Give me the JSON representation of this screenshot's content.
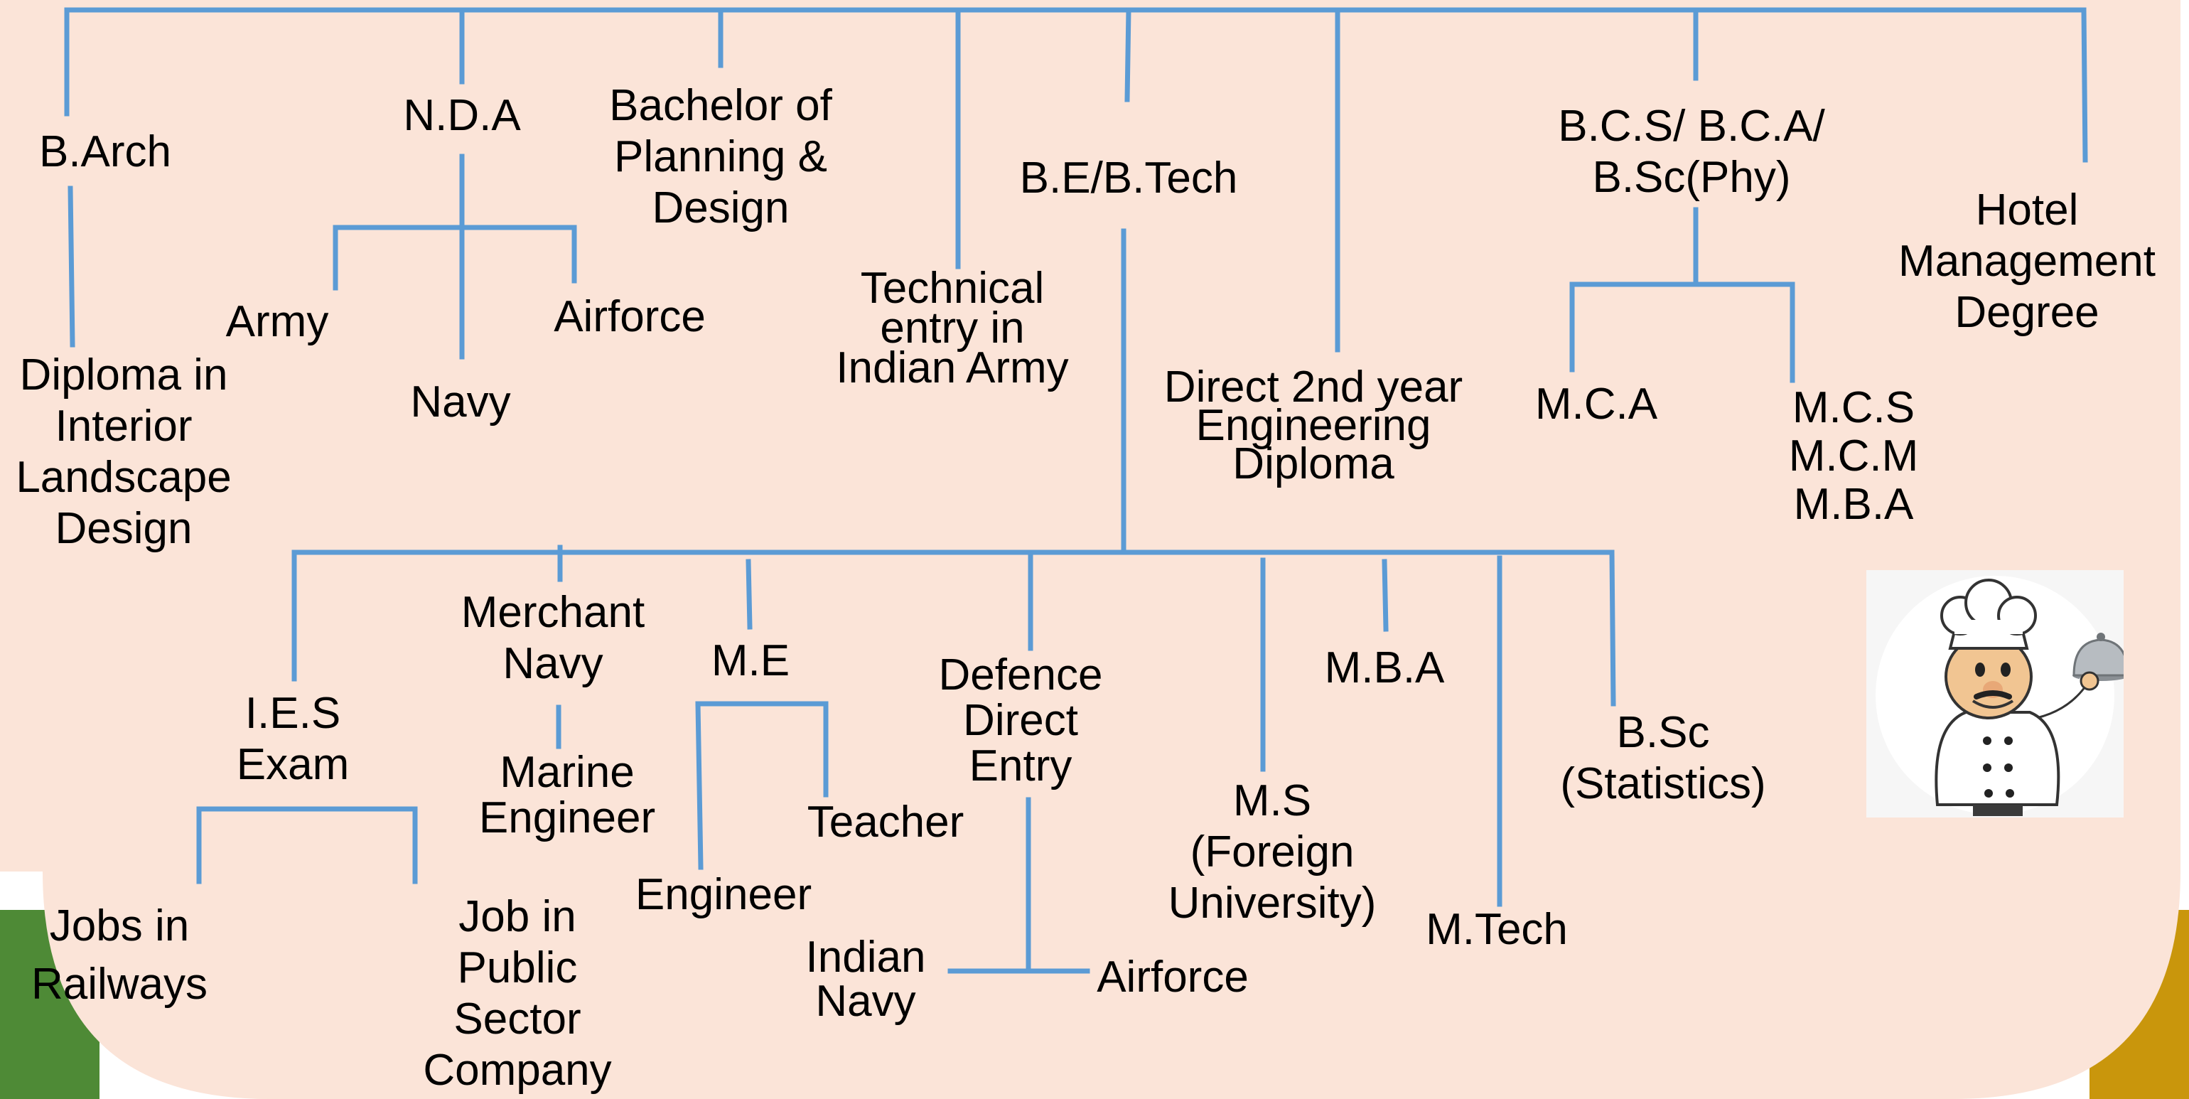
{
  "colors": {
    "background": "#fbe4d8",
    "line": "#5b9bd5",
    "text": "#000000",
    "corner_left": "#4e8a36",
    "corner_right": "#c9960c"
  },
  "nodes": {
    "barch": [
      "B.Arch"
    ],
    "diploma_interior": [
      "Diploma in",
      "Interior",
      "Landscape",
      "Design"
    ],
    "nda": [
      "N.D.A"
    ],
    "army": [
      "Army"
    ],
    "navy": [
      "Navy"
    ],
    "airforce_nda": [
      "Airforce"
    ],
    "bachelor_planning": [
      "Bachelor of",
      "Planning &",
      "Design"
    ],
    "technical_entry": [
      "Technical",
      "entry in",
      "Indian Army"
    ],
    "be_btech": [
      "B.E/B.Tech"
    ],
    "direct_2nd_year": [
      "Direct 2nd year",
      "Engineering",
      "Diploma"
    ],
    "bcs_bca": [
      "B.C.S/ B.C.A/",
      "B.Sc(Phy)"
    ],
    "mca": [
      "M.C.A"
    ],
    "mcs_group": [
      "M.C.S",
      "M.C.M",
      "M.B.A"
    ],
    "hotel_management": [
      "Hotel",
      "Management",
      "Degree"
    ],
    "ies_exam": [
      "I.E.S",
      "Exam"
    ],
    "jobs_railways": [
      "Jobs in",
      "Railways"
    ],
    "job_public_sector": [
      "Job in",
      "Public",
      "Sector",
      "Company"
    ],
    "merchant_navy": [
      "Merchant",
      "Navy"
    ],
    "marine_engineer": [
      "Marine",
      "Engineer"
    ],
    "me": [
      "M.E"
    ],
    "engineer": [
      "Engineer"
    ],
    "teacher": [
      "Teacher"
    ],
    "defence_direct_entry": [
      "Defence",
      "Direct",
      "Entry"
    ],
    "indian_navy": [
      "Indian",
      "Navy"
    ],
    "airforce_defence": [
      "Airforce"
    ],
    "ms_foreign": [
      "M.S",
      "(Foreign",
      "University)"
    ],
    "mba": [
      "M.B.A"
    ],
    "mtech": [
      "M.Tech"
    ],
    "bsc_statistics": [
      "B.Sc",
      "(Statistics)"
    ]
  },
  "icons": {
    "chef": "chef-holding-cloche-icon"
  }
}
